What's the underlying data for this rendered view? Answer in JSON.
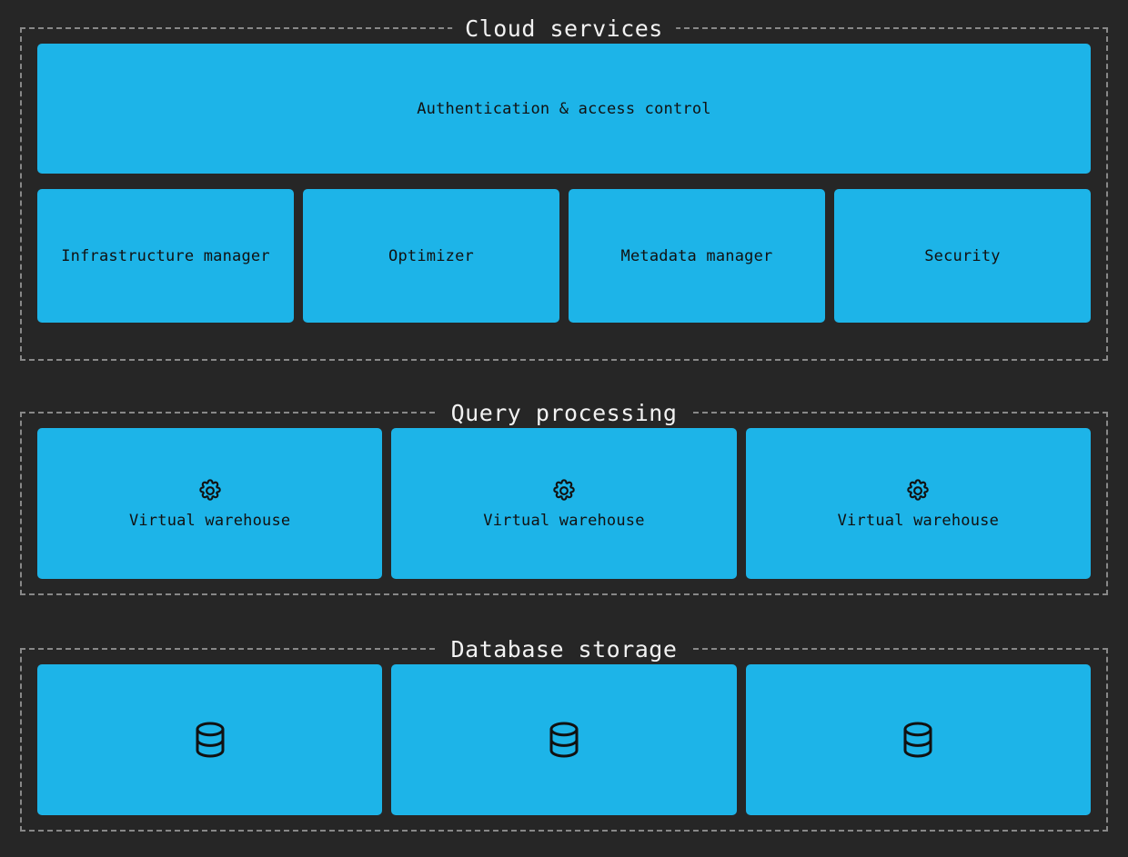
{
  "theme": {
    "background": "#262626",
    "node_fill": "#1DB4E8",
    "node_text": "#111111",
    "border_color": "#888888",
    "title_color": "#f2f2f2"
  },
  "sections": [
    {
      "id": "cloud-services",
      "title": "Cloud services",
      "banner": {
        "label": "Authentication & access control"
      },
      "services": [
        {
          "label": "Infrastructure manager"
        },
        {
          "label": "Optimizer"
        },
        {
          "label": "Metadata manager"
        },
        {
          "label": "Security"
        }
      ]
    },
    {
      "id": "query-processing",
      "title": "Query processing",
      "nodes": [
        {
          "label": "Virtual warehouse",
          "icon": "gear-icon"
        },
        {
          "label": "Virtual warehouse",
          "icon": "gear-icon"
        },
        {
          "label": "Virtual warehouse",
          "icon": "gear-icon"
        }
      ]
    },
    {
      "id": "database-storage",
      "title": "Database storage",
      "nodes": [
        {
          "label": "",
          "icon": "database-icon"
        },
        {
          "label": "",
          "icon": "database-icon"
        },
        {
          "label": "",
          "icon": "database-icon"
        }
      ]
    }
  ]
}
